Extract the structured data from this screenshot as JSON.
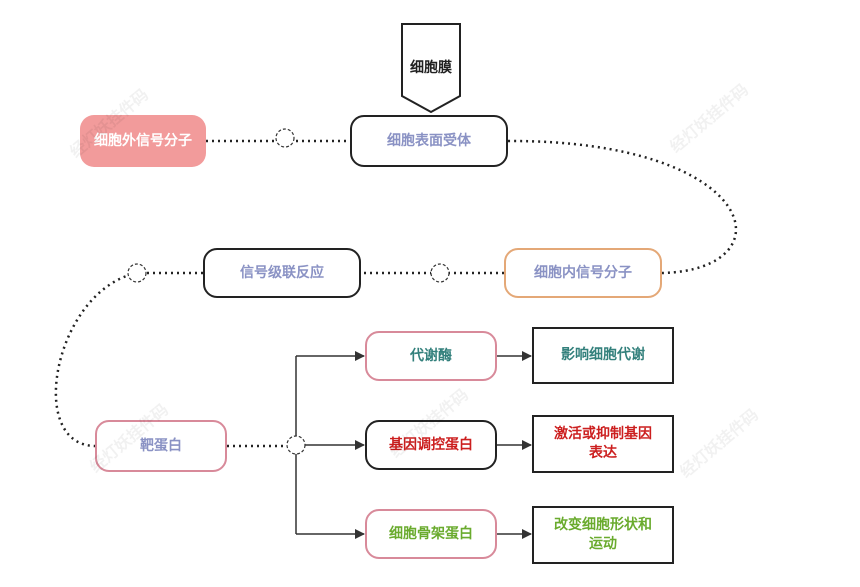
{
  "membrane": {
    "label": "细胞膜"
  },
  "nodes": {
    "extracellular_signal": "细胞外信号分子",
    "surface_receptor": "细胞表面受体",
    "intracellular_signal": "细胞内信号分子",
    "signal_cascade": "信号级联反应",
    "target_protein": "靶蛋白",
    "metabolic_enzyme": "代谢酶",
    "gene_regulatory_protein": "基因调控蛋白",
    "cytoskeletal_protein": "细胞骨架蛋白"
  },
  "results": {
    "metabolism": "影响细胞代谢",
    "gene_line1": "激活或抑制基因",
    "gene_line2": "表达",
    "cyto_line1": "改变细胞形状和",
    "cyto_line2": "运动"
  },
  "watermark": "经灯妖挂件码",
  "colors": {
    "extracellular_fill": "#f29b9b",
    "label_blue": "#8a92c4",
    "teal": "#33807c",
    "red": "#cc1f1f",
    "green": "#6aab2e",
    "orange_border": "#e4a877",
    "pink_border": "#d88a9a"
  }
}
